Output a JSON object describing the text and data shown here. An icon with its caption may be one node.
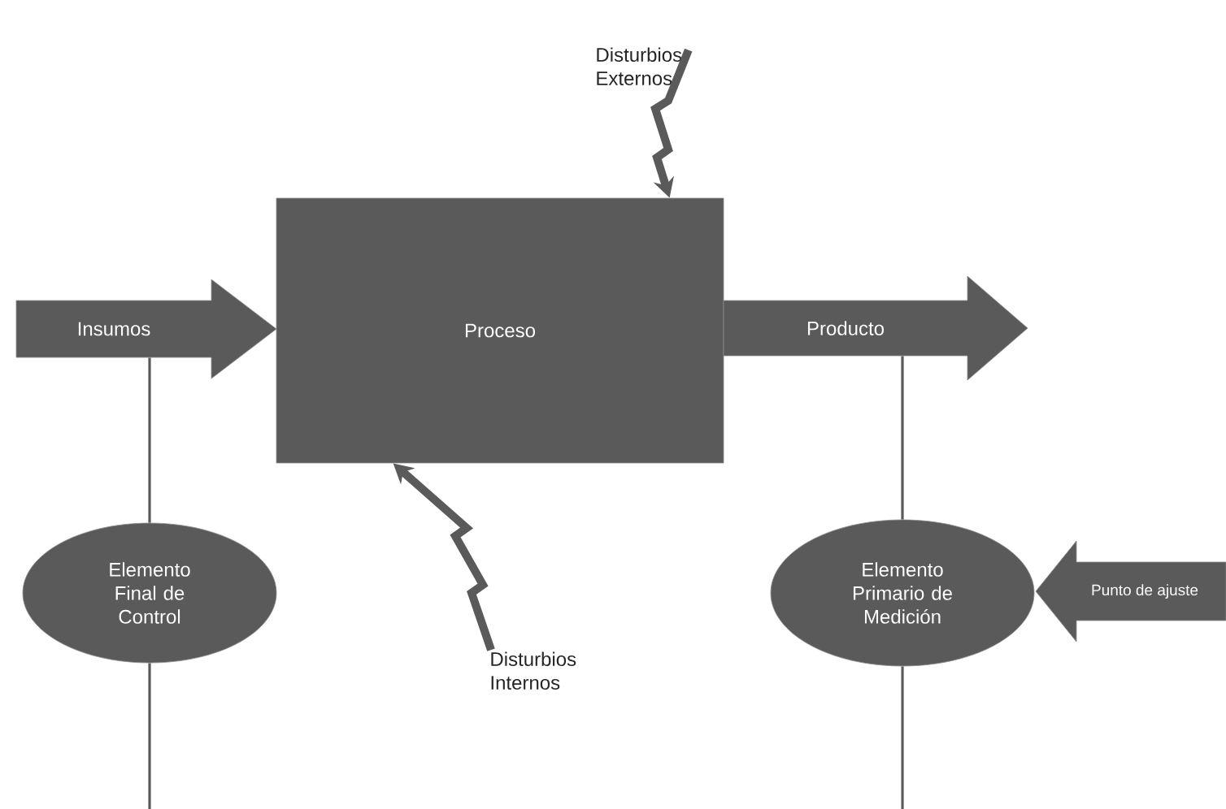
{
  "diagram": {
    "nodes": [
      {
        "text": [
          "Insumos"
        ]
      },
      {
        "text": [
          "Proceso"
        ]
      },
      {
        "text": [
          "Producto"
        ]
      },
      {
        "text": [
          "Disturbios Externos"
        ]
      },
      {
        "text": [
          "Disturbios Internos"
        ]
      },
      {
        "text": [
          "Elemento Final de Control"
        ]
      },
      {
        "text": [
          "Elemento Primario de Medición"
        ]
      },
      {
        "text": [
          "Punto de ajuste"
        ]
      }
    ],
    "edges": [
      {
        "from": 3,
        "to": 1,
        "arrow": "to",
        "style": "thick"
      },
      {
        "from": 4,
        "to": 1,
        "arrow": "to",
        "style": "thick"
      },
      {
        "from": 0,
        "to": 5,
        "arrow": "none"
      },
      {
        "from": 5,
        "to": null,
        "arrow": "none"
      },
      {
        "from": 2,
        "to": 6,
        "arrow": "none"
      },
      {
        "from": 6,
        "to": null,
        "arrow": "none"
      }
    ]
  }
}
